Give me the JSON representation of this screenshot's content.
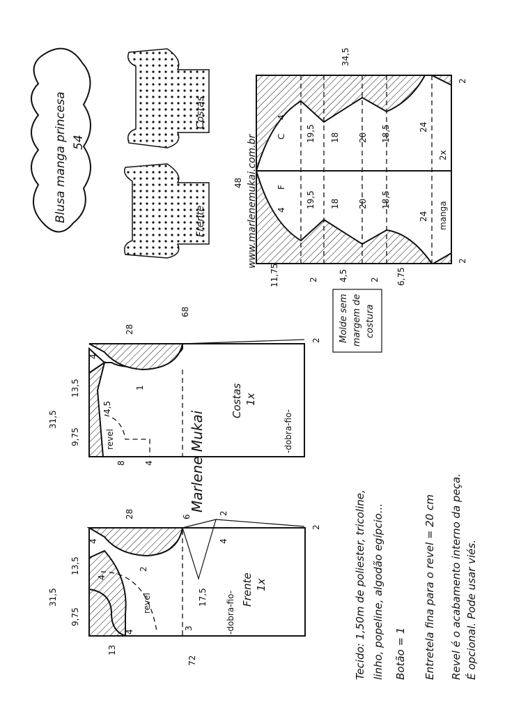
{
  "title": {
    "line1": "Blusa manga princesa",
    "number": "54"
  },
  "website": "www.marlenemukai.com.br",
  "thumbnails": {
    "back_label": "Costas",
    "front_label": "Frente"
  },
  "sleeve": {
    "width": "34,5",
    "height": "48",
    "label": "manga",
    "count": "2x",
    "back_mark": "C",
    "front_mark": "F",
    "ease": "4",
    "back_measures": [
      "19,5",
      "18",
      "20",
      "18,5",
      "24"
    ],
    "front_measures": [
      "19,5",
      "18",
      "20",
      "18,5",
      "24"
    ],
    "bottom_measures": [
      "11,75",
      "2",
      "4,5",
      "2",
      "6,75"
    ],
    "hem_offset": "2"
  },
  "back": {
    "label": "Costas",
    "count": "1x",
    "length": "68",
    "width": "31,5",
    "armhole": "28",
    "shoulder": "13,5",
    "neck": "9,75",
    "neck_drop": "4",
    "facing_label": "revel",
    "facing_width": "4,5",
    "fold": "-dobra-fio-",
    "bottom": [
      "8",
      "4"
    ],
    "hem_offset": "2",
    "armhole_mark": "1"
  },
  "front": {
    "label": "Frente",
    "count": "1x",
    "length": "72",
    "width": "31,5",
    "armhole": "28",
    "shoulder": "13,5",
    "neck": "9,75",
    "neck_drop": "4",
    "facing_label": "revel",
    "neck_depth": "13",
    "dart": "17,5",
    "dart_offset": "3",
    "dart_top": "6",
    "dart_width": "2",
    "dart_length": "4",
    "fold": "-dobra-fio-",
    "hem_offset": "2",
    "armhole_mark": "2",
    "facing_offset": "4",
    "neck_step": "4"
  },
  "notice": {
    "line1": "Molde sem",
    "line2": "margem de",
    "line3": "costura"
  },
  "notes": [
    "Tecido: 1,50m de poliester, tricoline,",
    "linho, popeline, algodão egípcio...",
    "Botão = 1",
    "Entretela fina para o revel = 20 cm",
    "Revel é o acabamento interno da peça.",
    "É opcional. Pode usar viés."
  ],
  "signature": "Marlene Mukai"
}
